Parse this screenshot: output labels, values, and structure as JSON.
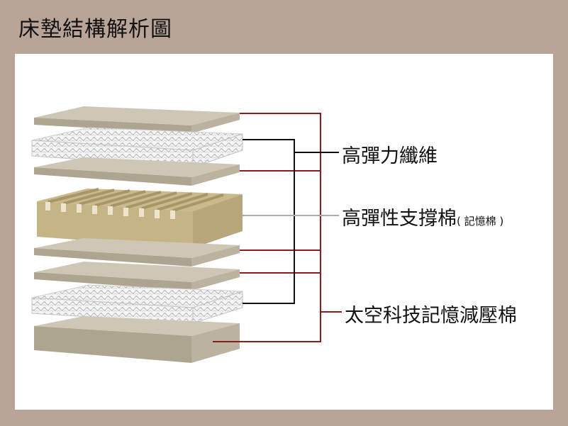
{
  "title": "床墊結構解析圖",
  "labels": {
    "high_elastic_fiber": "高彈力纖維",
    "support_foam": "高彈性支撐棉",
    "support_foam_note": "( 記憶棉 )",
    "space_memory_foam": "太空科技記憶減壓棉"
  },
  "colors": {
    "background": "#b9a597",
    "panel": "#ffffff",
    "plate_top": "#cfc7b6",
    "plate_side": "#a89f8d",
    "foam_top": "#c8b88a",
    "foam_side": "#b9a77a",
    "red_line": "#8e1b1b",
    "black_line": "#111111",
    "gray_line": "#aaaaaa"
  }
}
